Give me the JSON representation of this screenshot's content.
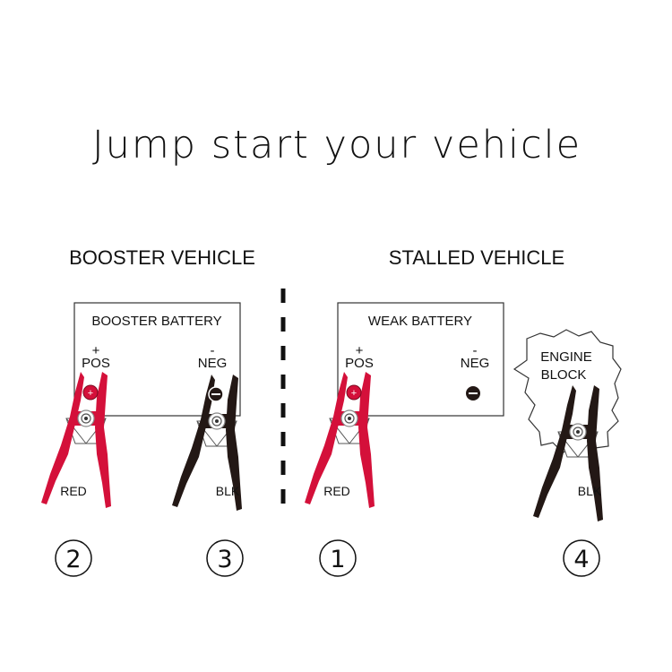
{
  "title": "Jump start your vehicle",
  "booster": {
    "heading": "BOOSTER VEHICLE",
    "battery_label": "BOOSTER BATTERY",
    "pos_sign": "+",
    "pos_label": "POS",
    "neg_sign": "-",
    "neg_label": "NEG",
    "red_clamp_label": "RED",
    "black_clamp_label": "BLK"
  },
  "stalled": {
    "heading": "STALLED VEHICLE",
    "battery_label": "WEAK BATTERY",
    "pos_sign": "+",
    "pos_label": "POS",
    "neg_sign": "-",
    "neg_label": "NEG",
    "red_clamp_label": "RED",
    "engine_line1": "ENGINE",
    "engine_line2": "BLOCK",
    "black_clamp_label": "BLK"
  },
  "steps": [
    "2",
    "3",
    "1",
    "4"
  ],
  "colors": {
    "red_clamp": "#d4103a",
    "black_clamp": "#231815",
    "outline": "#333333",
    "text": "#111111"
  },
  "icons": {
    "red_clamp": "red-alligator-clamp-icon",
    "black_clamp": "black-alligator-clamp-icon",
    "negative_terminal": "minus-terminal-icon",
    "positive_terminal": "plus-terminal-icon"
  }
}
